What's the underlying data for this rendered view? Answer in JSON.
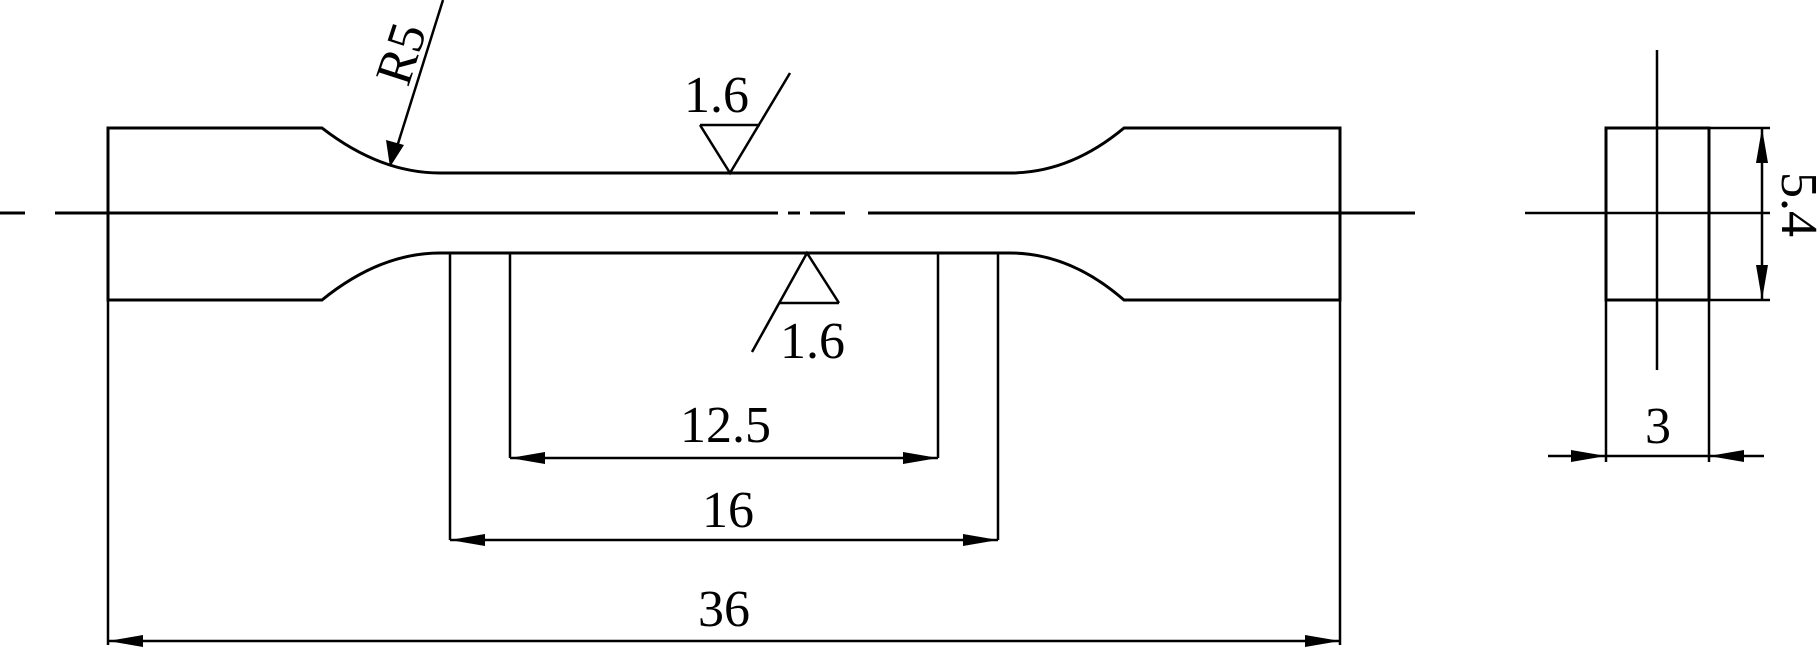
{
  "drawing": {
    "dimensions": {
      "radius": "R5",
      "inner_gauge": "12.5",
      "parallel_length": "16",
      "overall_length": "36",
      "thickness": "3",
      "width": "5.4"
    },
    "surface_finish": {
      "top": "1.6",
      "bottom": "1.6"
    }
  }
}
